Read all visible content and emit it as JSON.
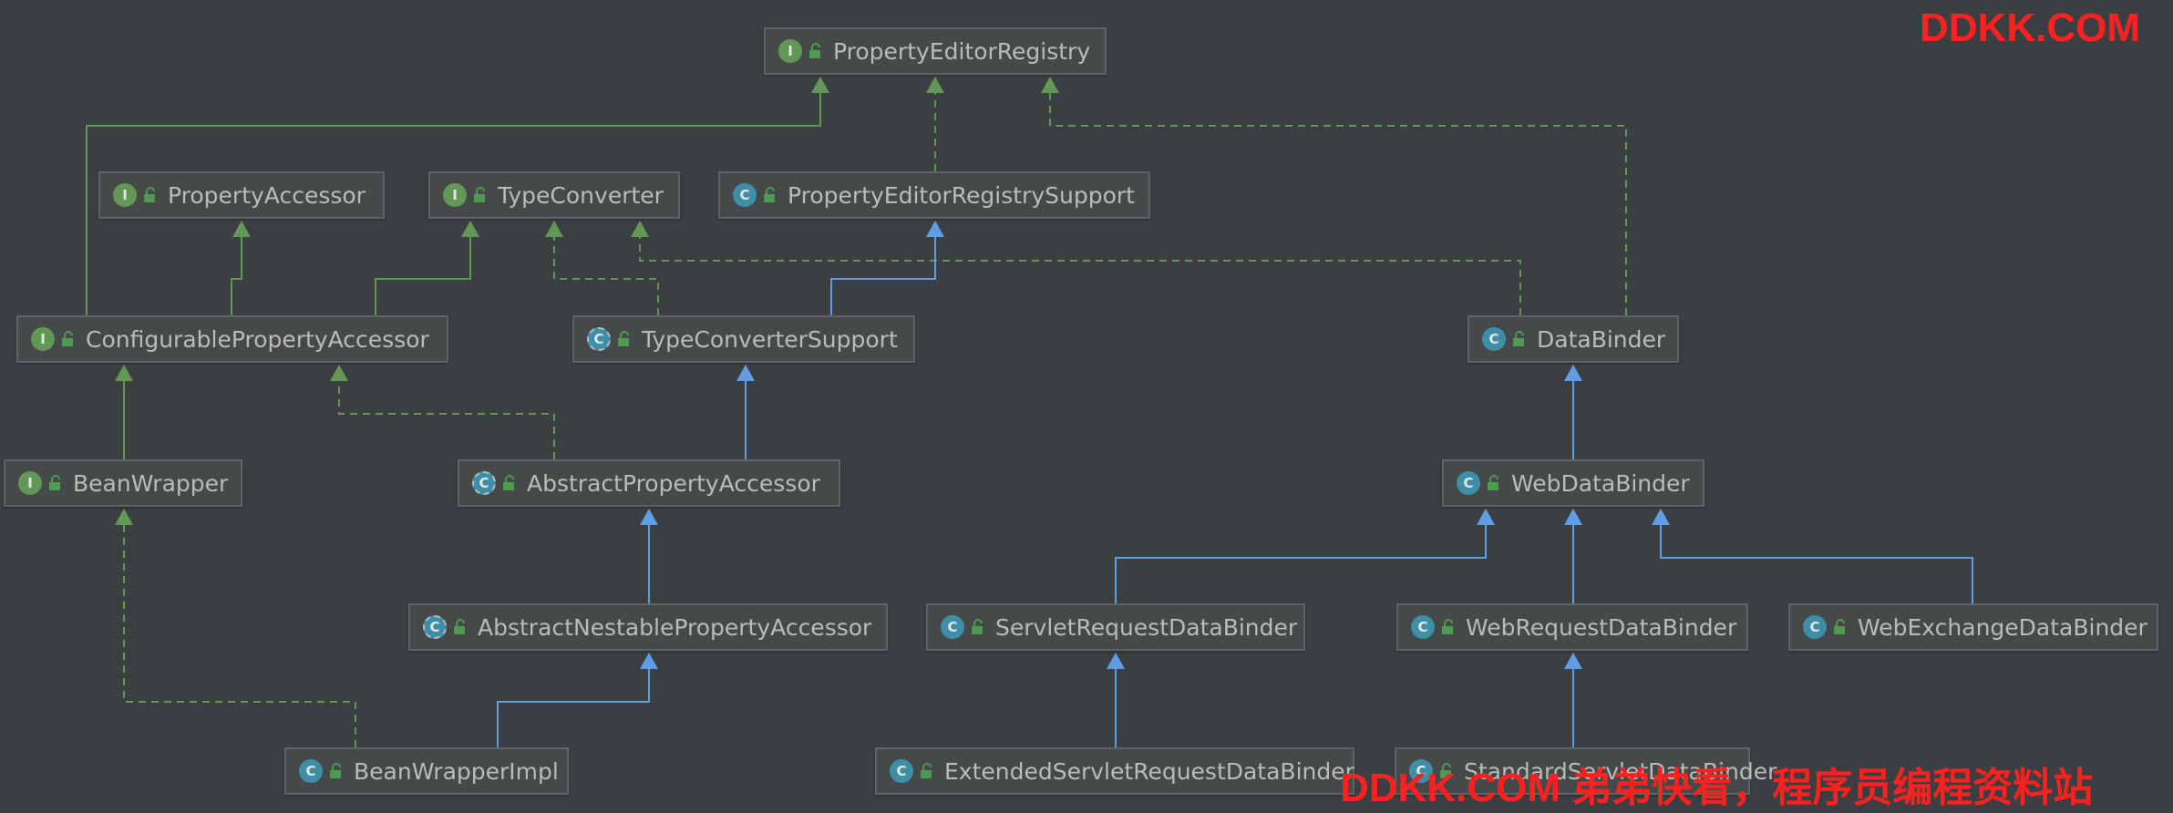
{
  "colors": {
    "background": "#3c3f41",
    "node_fill": "#45494a",
    "node_border": "#5e6366",
    "node_text": "#bbbbbb",
    "interface_badge": "#629755",
    "class_badge": "#3d8ea7",
    "implements_edge": "#629755",
    "extends_edge": "#5f9de5",
    "watermark": "#ff2020"
  },
  "nodes": [
    {
      "id": "PropertyEditorRegistry",
      "label": "PropertyEditorRegistry",
      "kind": "interface",
      "badge": "I",
      "icon": "interface-icon"
    },
    {
      "id": "PropertyAccessor",
      "label": "PropertyAccessor",
      "kind": "interface",
      "badge": "I",
      "icon": "interface-icon"
    },
    {
      "id": "TypeConverter",
      "label": "TypeConverter",
      "kind": "interface",
      "badge": "I",
      "icon": "interface-icon"
    },
    {
      "id": "PropertyEditorRegistrySupport",
      "label": "PropertyEditorRegistrySupport",
      "kind": "class",
      "badge": "C",
      "icon": "class-icon"
    },
    {
      "id": "ConfigurablePropertyAccessor",
      "label": "ConfigurablePropertyAccessor",
      "kind": "interface",
      "badge": "I",
      "icon": "interface-icon"
    },
    {
      "id": "TypeConverterSupport",
      "label": "TypeConverterSupport",
      "kind": "abstract",
      "badge": "C",
      "icon": "abstract-class-icon"
    },
    {
      "id": "DataBinder",
      "label": "DataBinder",
      "kind": "class",
      "badge": "C",
      "icon": "class-icon"
    },
    {
      "id": "BeanWrapper",
      "label": "BeanWrapper",
      "kind": "interface",
      "badge": "I",
      "icon": "interface-icon"
    },
    {
      "id": "AbstractPropertyAccessor",
      "label": "AbstractPropertyAccessor",
      "kind": "abstract",
      "badge": "C",
      "icon": "abstract-class-icon"
    },
    {
      "id": "WebDataBinder",
      "label": "WebDataBinder",
      "kind": "class",
      "badge": "C",
      "icon": "class-icon"
    },
    {
      "id": "AbstractNestablePropertyAccessor",
      "label": "AbstractNestablePropertyAccessor",
      "kind": "abstract",
      "badge": "C",
      "icon": "abstract-class-icon"
    },
    {
      "id": "ServletRequestDataBinder",
      "label": "ServletRequestDataBinder",
      "kind": "class",
      "badge": "C",
      "icon": "class-icon"
    },
    {
      "id": "WebRequestDataBinder",
      "label": "WebRequestDataBinder",
      "kind": "class",
      "badge": "C",
      "icon": "class-icon"
    },
    {
      "id": "WebExchangeDataBinder",
      "label": "WebExchangeDataBinder",
      "kind": "class",
      "badge": "C",
      "icon": "class-icon"
    },
    {
      "id": "BeanWrapperImpl",
      "label": "BeanWrapperImpl",
      "kind": "class",
      "badge": "C",
      "icon": "class-icon"
    },
    {
      "id": "ExtendedServletRequestDataBinder",
      "label": "ExtendedServletRequestDataBinder",
      "kind": "class",
      "badge": "C",
      "icon": "class-icon"
    },
    {
      "id": "StandardServletDataBinder",
      "label": "StandardServletDataBinder",
      "kind": "class",
      "badge": "C",
      "icon": "class-icon"
    }
  ],
  "edges": [
    {
      "from": "ConfigurablePropertyAccessor",
      "to": "PropertyEditorRegistry",
      "type": "interface-extends"
    },
    {
      "from": "PropertyEditorRegistrySupport",
      "to": "PropertyEditorRegistry",
      "type": "implements"
    },
    {
      "from": "DataBinder",
      "to": "PropertyEditorRegistry",
      "type": "implements"
    },
    {
      "from": "ConfigurablePropertyAccessor",
      "to": "PropertyAccessor",
      "type": "interface-extends"
    },
    {
      "from": "ConfigurablePropertyAccessor",
      "to": "TypeConverter",
      "type": "interface-extends"
    },
    {
      "from": "TypeConverterSupport",
      "to": "TypeConverter",
      "type": "implements"
    },
    {
      "from": "DataBinder",
      "to": "TypeConverter",
      "type": "implements"
    },
    {
      "from": "TypeConverterSupport",
      "to": "PropertyEditorRegistrySupport",
      "type": "extends"
    },
    {
      "from": "BeanWrapper",
      "to": "ConfigurablePropertyAccessor",
      "type": "interface-extends"
    },
    {
      "from": "AbstractPropertyAccessor",
      "to": "ConfigurablePropertyAccessor",
      "type": "implements"
    },
    {
      "from": "AbstractPropertyAccessor",
      "to": "TypeConverterSupport",
      "type": "extends"
    },
    {
      "from": "WebDataBinder",
      "to": "DataBinder",
      "type": "extends"
    },
    {
      "from": "AbstractNestablePropertyAccessor",
      "to": "AbstractPropertyAccessor",
      "type": "extends"
    },
    {
      "from": "ServletRequestDataBinder",
      "to": "WebDataBinder",
      "type": "extends"
    },
    {
      "from": "WebRequestDataBinder",
      "to": "WebDataBinder",
      "type": "extends"
    },
    {
      "from": "WebExchangeDataBinder",
      "to": "WebDataBinder",
      "type": "extends"
    },
    {
      "from": "BeanWrapperImpl",
      "to": "BeanWrapper",
      "type": "implements"
    },
    {
      "from": "BeanWrapperImpl",
      "to": "AbstractNestablePropertyAccessor",
      "type": "extends"
    },
    {
      "from": "ExtendedServletRequestDataBinder",
      "to": "ServletRequestDataBinder",
      "type": "extends"
    },
    {
      "from": "StandardServletDataBinder",
      "to": "WebRequestDataBinder",
      "type": "extends"
    }
  ],
  "watermark": {
    "top": "DDKK.COM",
    "bottom": "DDKK.COM 弟弟快看，程序员编程资料站"
  }
}
